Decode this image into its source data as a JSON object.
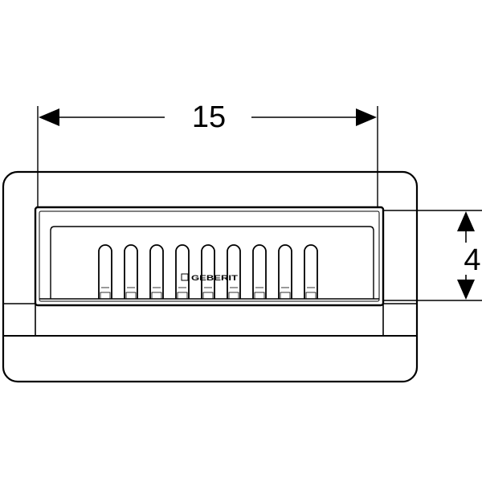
{
  "dimensions": {
    "width_label": "15",
    "height_label": "4"
  },
  "logo": {
    "text": "GEBERIT"
  },
  "slots": {
    "count": 9
  },
  "colors": {
    "line": "#000000",
    "background": "#ffffff"
  }
}
